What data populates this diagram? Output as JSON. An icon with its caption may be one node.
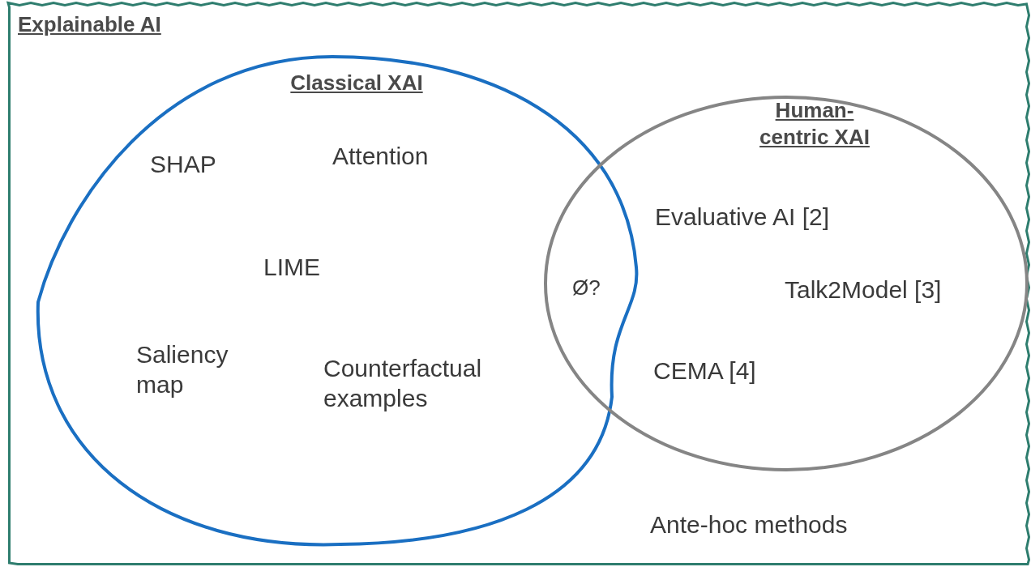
{
  "diagram": {
    "nodes": [
      {
        "text": [
          "Explainable AI",
          "Ante-hoc methods"
        ]
      },
      {
        "text": [
          "Classical XAI",
          "SHAP",
          "Attention",
          "LIME",
          "Saliency map",
          "Counterfactual examples"
        ],
        "in": 0
      },
      {
        "text": [
          "Human-centric XAI",
          "Evaluative AI [2]",
          "Talk2Model [3]",
          "CEMA [4]"
        ],
        "in": 0
      }
    ],
    "edges": [],
    "labels": [
      "Ø?"
    ]
  }
}
